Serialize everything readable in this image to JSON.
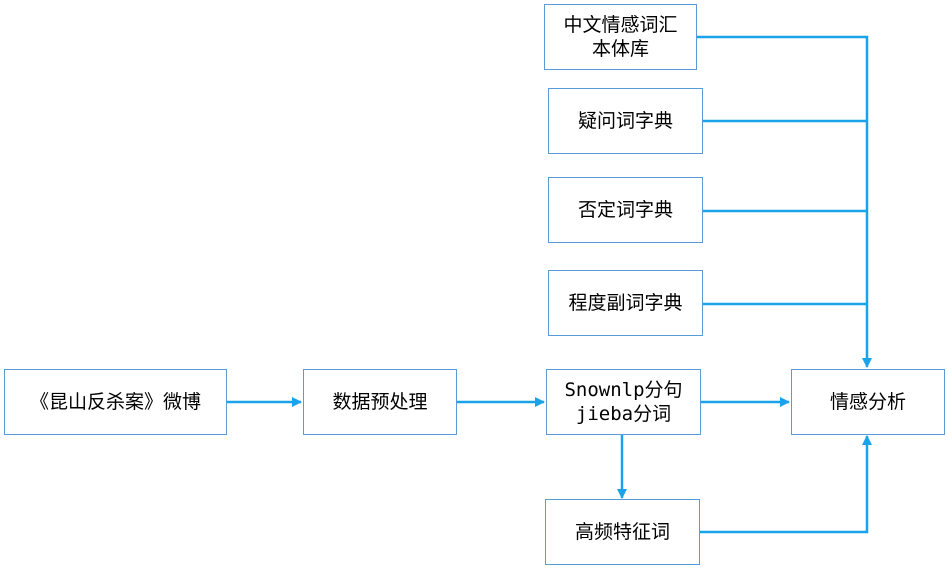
{
  "diagram": {
    "colors": {
      "edge": "#1aa3e8",
      "node_border": "#5b9bd5",
      "text": "#000000"
    },
    "nodes": {
      "weibo": "《昆山反杀案》微博",
      "preprocess": "数据预处理",
      "seg_line1": "Snownlp分句",
      "seg_line2": "jieba分词",
      "sentiment": "情感分析",
      "emotion_lexicon_line1": "中文情感词汇",
      "emotion_lexicon_line2": "本体库",
      "question_dict": "疑问词字典",
      "negation_dict": "否定词字典",
      "degree_dict": "程度副词字典",
      "high_freq": "高频特征词"
    },
    "edges": [
      [
        "weibo",
        "preprocess"
      ],
      [
        "preprocess",
        "seg"
      ],
      [
        "seg",
        "sentiment"
      ],
      [
        "seg",
        "high_freq"
      ],
      [
        "high_freq",
        "sentiment"
      ],
      [
        "emotion_lexicon",
        "sentiment"
      ],
      [
        "question_dict",
        "sentiment"
      ],
      [
        "negation_dict",
        "sentiment"
      ],
      [
        "degree_dict",
        "sentiment"
      ]
    ]
  }
}
